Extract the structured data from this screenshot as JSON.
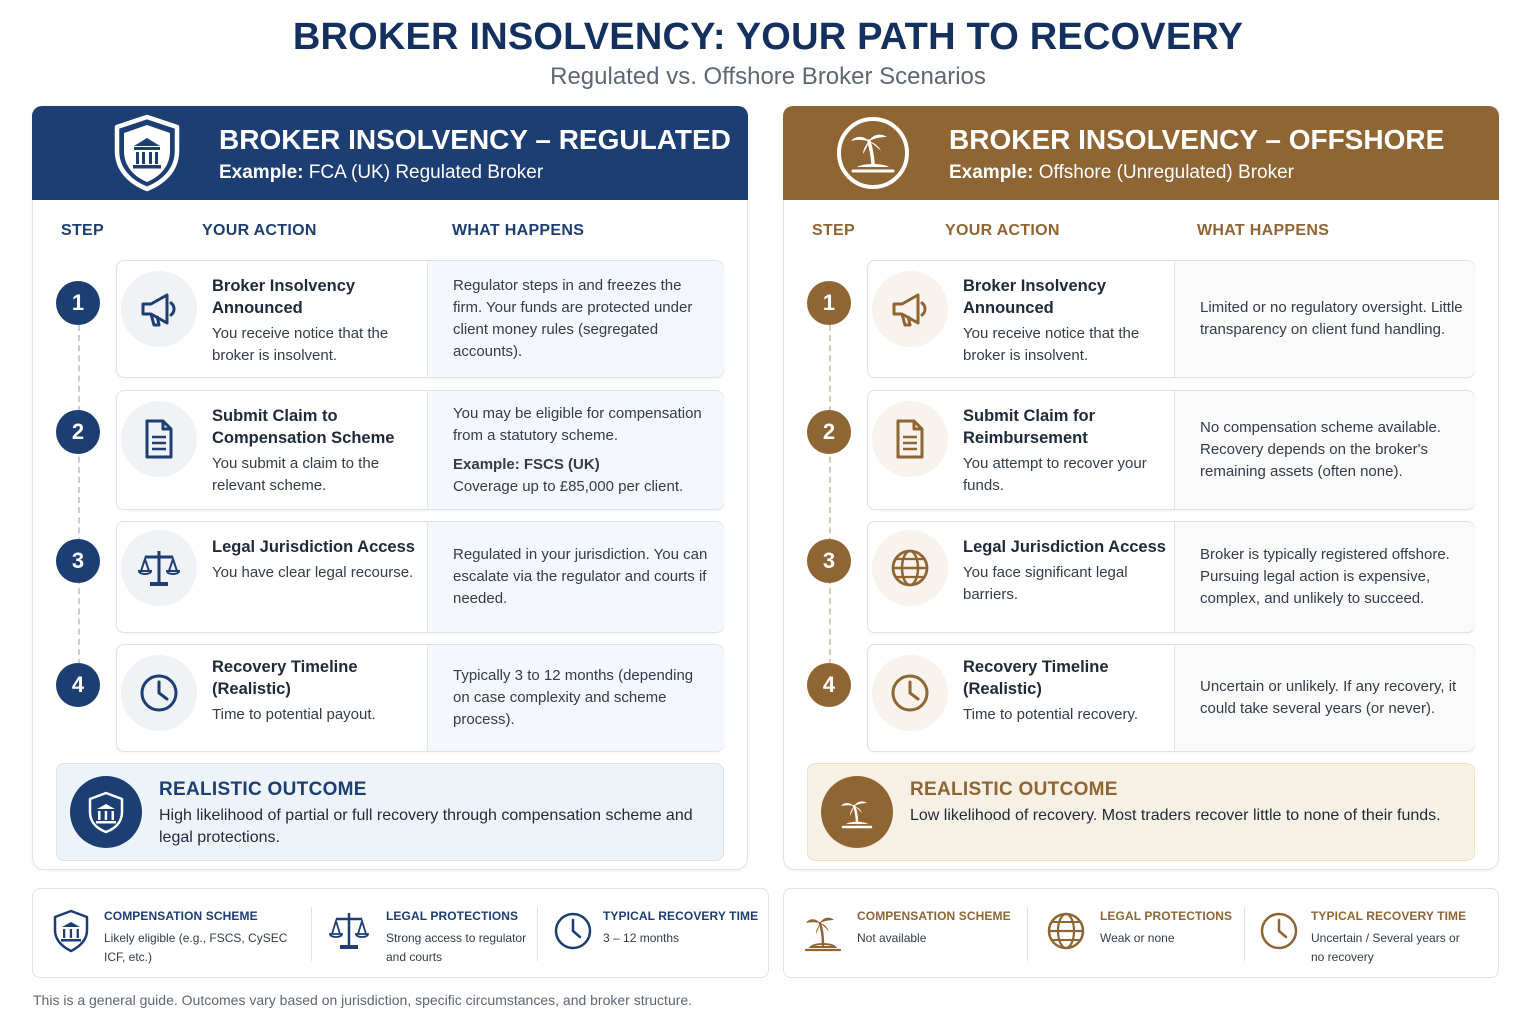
{
  "header": {
    "title": "BROKER INSOLVENCY: YOUR PATH TO RECOVERY",
    "subtitle": "Regulated vs. Offshore Broker Scenarios"
  },
  "colors": {
    "regulated": "#1d3e72",
    "offshore": "#8f6533"
  },
  "regulated": {
    "title": "BROKER INSOLVENCY – REGULATED",
    "example_label": "Example:",
    "example_text": "FCA (UK) Regulated Broker",
    "header_icon": "bank-shield-icon",
    "columns": {
      "step": "STEP",
      "action": "YOUR ACTION",
      "result": "WHAT HAPPENS"
    },
    "steps": [
      {
        "num": "1",
        "icon": "megaphone-icon",
        "action_title": "Broker Insolvency Announced",
        "action_desc": "You receive notice that the broker is insolvent.",
        "result": "Regulator steps in and freezes the firm. Your funds are protected under client money rules (segregated accounts).",
        "result_example_label": "",
        "result_example_text": "",
        "result_extra": ""
      },
      {
        "num": "2",
        "icon": "document-icon",
        "action_title": "Submit Claim to Compensation Scheme",
        "action_desc": "You submit a claim to the relevant scheme.",
        "result": "You may be eligible for compensation from a statutory scheme.",
        "result_example_label": "Example: FSCS (UK)",
        "result_example_text": "",
        "result_extra": "Coverage up to £85,000 per client."
      },
      {
        "num": "3",
        "icon": "scales-icon",
        "action_title": "Legal Jurisdiction Access",
        "action_desc": "You have clear legal recourse.",
        "result": "Regulated in your jurisdiction. You can escalate via the regulator and courts if needed.",
        "result_example_label": "",
        "result_example_text": "",
        "result_extra": ""
      },
      {
        "num": "4",
        "icon": "clock-icon",
        "action_title": "Recovery Timeline (Realistic)",
        "action_desc": "Time to potential payout.",
        "result": "Typically 3 to 12 months (depending on case complexity and scheme process).",
        "result_example_label": "",
        "result_example_text": "",
        "result_extra": ""
      }
    ],
    "outcome": {
      "title": "REALISTIC OUTCOME",
      "text": "High likelihood of partial or full recovery through compensation scheme and legal protections.",
      "icon": "bank-shield-icon"
    },
    "summary": [
      {
        "icon": "bank-shield-icon",
        "title": "COMPENSATION SCHEME",
        "text": "Likely eligible (e.g., FSCS, CySEC ICF, etc.)"
      },
      {
        "icon": "scales-icon",
        "title": "LEGAL PROTECTIONS",
        "text": "Strong access to regulator and courts"
      },
      {
        "icon": "clock-icon",
        "title": "TYPICAL RECOVERY TIME",
        "text": "3 – 12 months"
      }
    ]
  },
  "offshore": {
    "title": "BROKER INSOLVENCY – OFFSHORE",
    "example_label": "Example:",
    "example_text": "Offshore (Unregulated) Broker",
    "header_icon": "palm-island-icon",
    "columns": {
      "step": "STEP",
      "action": "YOUR ACTION",
      "result": "WHAT HAPPENS"
    },
    "steps": [
      {
        "num": "1",
        "icon": "megaphone-icon",
        "action_title": "Broker Insolvency Announced",
        "action_desc": "You receive notice that the broker is insolvent.",
        "result": "Limited or no regulatory oversight. Little transparency on client fund handling.",
        "result_example_label": "",
        "result_example_text": "",
        "result_extra": ""
      },
      {
        "num": "2",
        "icon": "document-icon",
        "action_title": "Submit Claim for Reimbursement",
        "action_desc": "You attempt to recover your funds.",
        "result": "No compensation scheme available. Recovery depends on the broker's remaining assets (often none).",
        "result_example_label": "",
        "result_example_text": "",
        "result_extra": ""
      },
      {
        "num": "3",
        "icon": "globe-icon",
        "action_title": "Legal Jurisdiction Access",
        "action_desc": "You face significant legal barriers.",
        "result": "Broker is typically registered offshore. Pursuing legal action is expensive, complex, and unlikely to succeed.",
        "result_example_label": "",
        "result_example_text": "",
        "result_extra": ""
      },
      {
        "num": "4",
        "icon": "clock-icon",
        "action_title": "Recovery Timeline (Realistic)",
        "action_desc": "Time to potential recovery.",
        "result": "Uncertain or unlikely. If any recovery, it could take several years (or never).",
        "result_example_label": "",
        "result_example_text": "",
        "result_extra": ""
      }
    ],
    "outcome": {
      "title": "REALISTIC OUTCOME",
      "text": "Low likelihood of recovery. Most traders recover little to none of their funds.",
      "icon": "palm-island-icon"
    },
    "summary": [
      {
        "icon": "palm-island-icon",
        "title": "COMPENSATION SCHEME",
        "text": "Not available"
      },
      {
        "icon": "globe-icon",
        "title": "LEGAL PROTECTIONS",
        "text": "Weak or none"
      },
      {
        "icon": "clock-icon",
        "title": "TYPICAL RECOVERY TIME",
        "text": "Uncertain / Several years or no recovery"
      }
    ]
  },
  "footnote": "This is a general guide. Outcomes vary based on jurisdiction, specific circumstances, and broker structure."
}
